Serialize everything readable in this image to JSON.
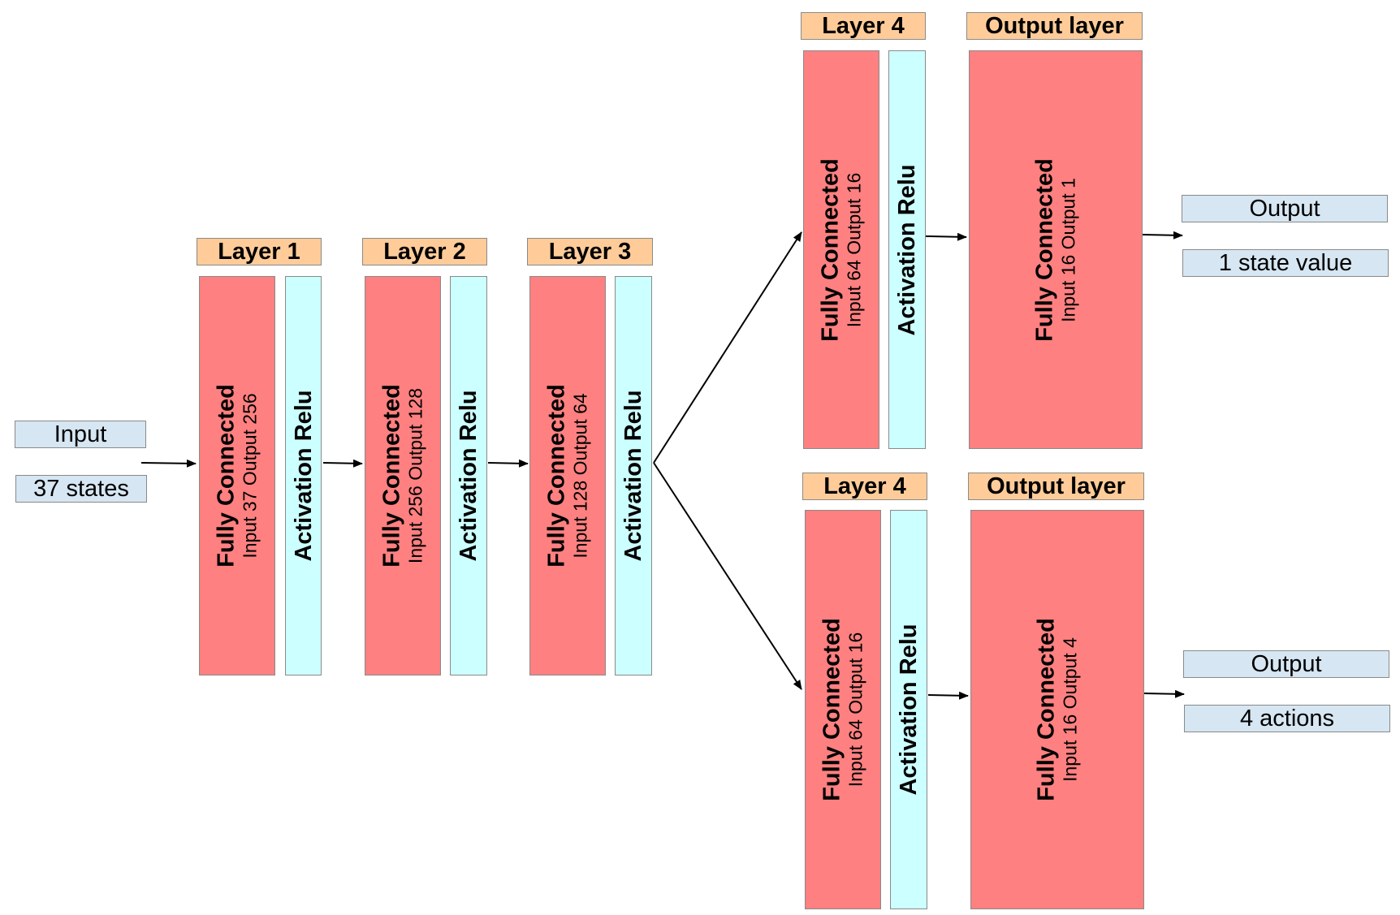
{
  "input": {
    "label": "Input",
    "value": "37 states"
  },
  "trunk": [
    {
      "header": "Layer 1",
      "fc_title": "Fully Connected",
      "fc_detail": "Input 37 Output 256",
      "act": "Activation Relu"
    },
    {
      "header": "Layer 2",
      "fc_title": "Fully Connected",
      "fc_detail": "Input 256 Output 128",
      "act": "Activation Relu"
    },
    {
      "header": "Layer 3",
      "fc_title": "Fully Connected",
      "fc_detail": "Input 128 Output 64",
      "act": "Activation Relu"
    }
  ],
  "value_branch": {
    "layer4": {
      "header": "Layer 4",
      "fc_title": "Fully Connected",
      "fc_detail": "Input 64 Output 16",
      "act": "Activation Relu"
    },
    "out_layer": {
      "header": "Output layer",
      "fc_title": "Fully Connected",
      "fc_detail": "Input 16 Output 1"
    },
    "output": {
      "label": "Output",
      "value": "1 state value"
    }
  },
  "advantage_branch": {
    "layer4": {
      "header": "Layer 4",
      "fc_title": "Fully Connected",
      "fc_detail": "Input 64 Output 16",
      "act": "Activation Relu"
    },
    "out_layer": {
      "header": "Output layer",
      "fc_title": "Fully Connected",
      "fc_detail": "Input 16 Output 4"
    },
    "output": {
      "label": "Output",
      "value": "4 actions"
    }
  },
  "colors": {
    "fully_connected": "#ff8080",
    "activation": "#ccffff",
    "header": "#ffcc99",
    "io_label": "#d6e6f2"
  }
}
